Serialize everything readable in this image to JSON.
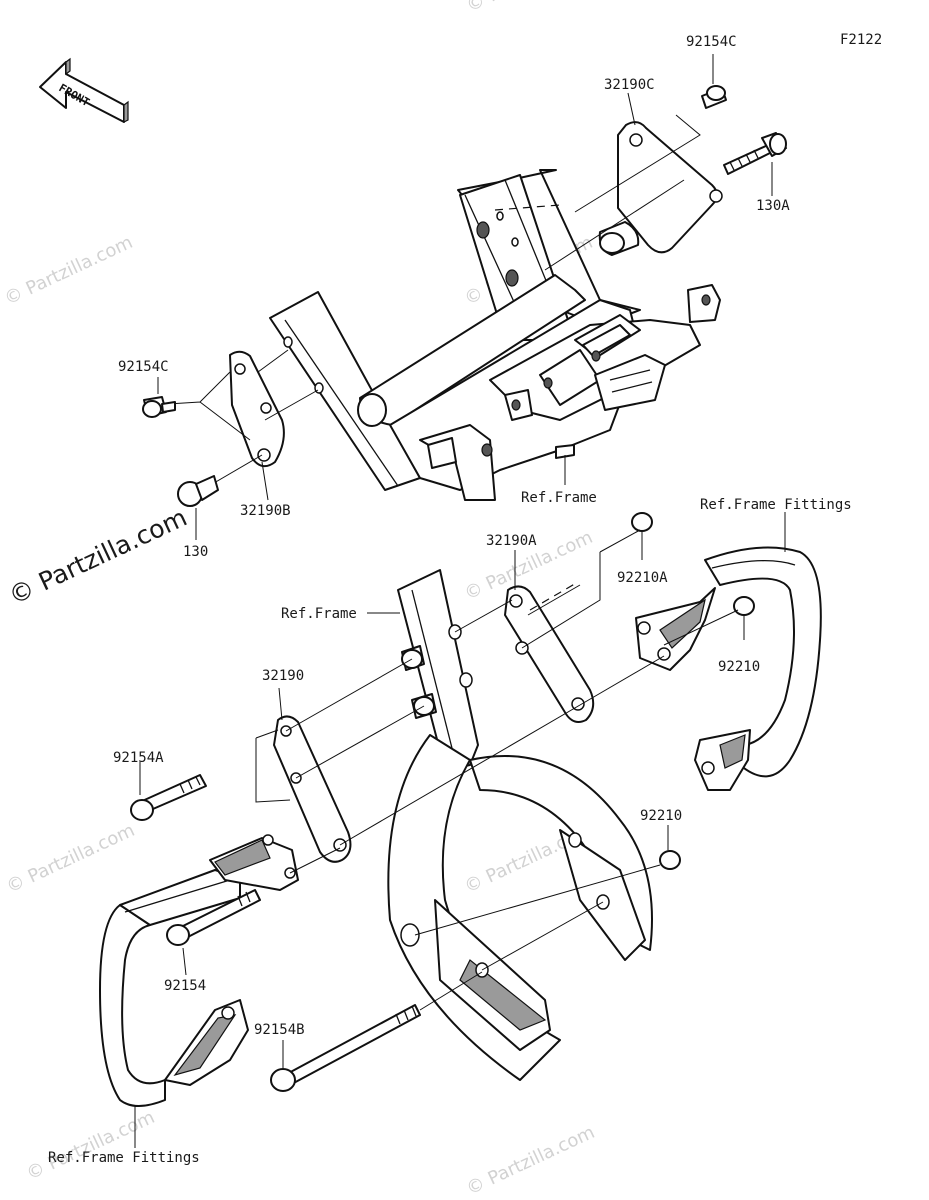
{
  "figure_code": "F2122",
  "front_arrow_label": "FRONT",
  "watermark": {
    "small": "© Partzilla.com",
    "large": "© Partzilla.com"
  },
  "labels": {
    "p92154C_top": "92154C",
    "p32190C": "32190C",
    "p130A": "130A",
    "p92154C_left": "92154C",
    "p32190B": "32190B",
    "p130": "130",
    "ref_frame_top": "Ref.Frame",
    "ref_frame_fittings_top": "Ref.Frame Fittings",
    "p32190A": "32190A",
    "p92210A": "92210A",
    "ref_frame_mid": "Ref.Frame",
    "p92210_right": "92210",
    "p32190": "32190",
    "p92154A": "92154A",
    "p92210_lower": "92210",
    "p92154": "92154",
    "p92154B": "92154B",
    "ref_frame_fittings_bottom": "Ref.Frame Fittings"
  },
  "colors": {
    "line": "#111111",
    "watermark": "#d2d2d2",
    "shade": "#9a9a9a"
  }
}
